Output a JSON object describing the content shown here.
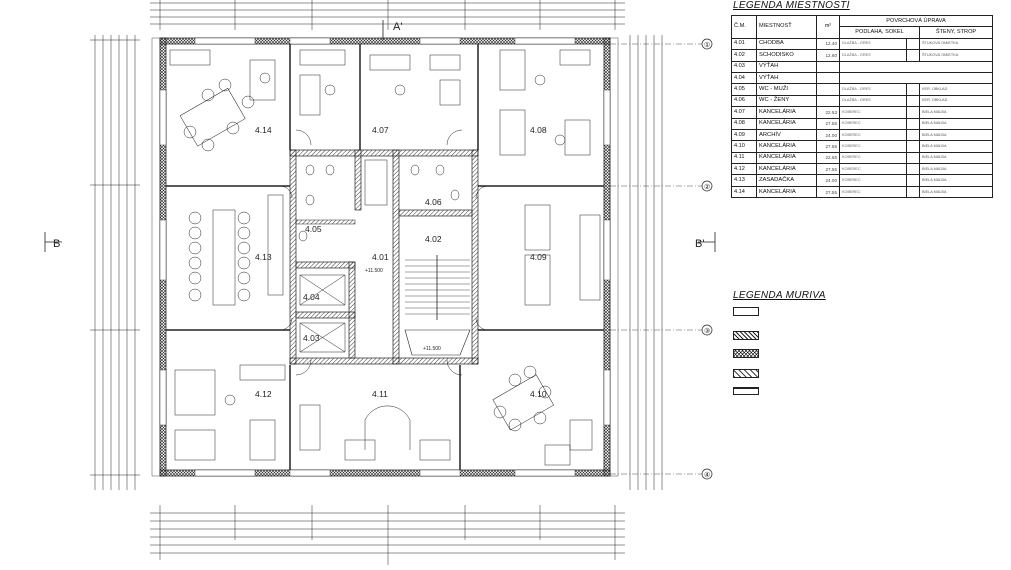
{
  "legend_rooms": {
    "title": "LEGENDA MIESTNOSTÍ",
    "headers": {
      "cm": "Č.M.",
      "name": "MIESTNOSŤ",
      "area": "m²",
      "finish": "POVRCHOVÁ ÚPRAVA",
      "floor": "PODLAHA, SOKEL",
      "walls": "ŠTENY, STROP"
    },
    "rows": [
      {
        "cm": "4.01",
        "name": "CHODBA",
        "area": "12.40",
        "floor": "DLAŽBA - GRES",
        "walls": "ŠTUKOVÁ OMIETKA"
      },
      {
        "cm": "4.02",
        "name": "SCHODISKO",
        "area": "12.60",
        "floor": "DLAŽBA - GRES",
        "walls": "ŠTUKOVÁ OMIETKA"
      },
      {
        "cm": "4.03",
        "name": "VÝŤAH",
        "area": "",
        "floor": "",
        "walls": ""
      },
      {
        "cm": "4.04",
        "name": "VÝŤAH",
        "area": "",
        "floor": "",
        "walls": ""
      },
      {
        "cm": "4.05",
        "name": "WC - MUŽI",
        "area": "",
        "floor": "DLAŽBA - GRES",
        "walls": "KER. OBKLAD"
      },
      {
        "cm": "4.06",
        "name": "WC - ŽENY",
        "area": "",
        "floor": "DLAŽBA - GRES",
        "walls": "KER. OBKLAD"
      },
      {
        "cm": "4.07",
        "name": "KANCELÁRIA",
        "area": "22.53",
        "floor": "KOBEREC",
        "walls": "BIELA MAĽBA"
      },
      {
        "cm": "4.08",
        "name": "KANCELÁRIA",
        "area": "27.55",
        "floor": "KOBEREC",
        "walls": "BIELA MAĽBA"
      },
      {
        "cm": "4.09",
        "name": "ARCHÍV",
        "area": "24.00",
        "floor": "KOBEREC",
        "walls": "BIELA MAĽBA"
      },
      {
        "cm": "4.10",
        "name": "KANCELÁRIA",
        "area": "27.55",
        "floor": "KOBEREC",
        "walls": "BIELA MAĽBA"
      },
      {
        "cm": "4.11",
        "name": "KANCELÁRIA",
        "area": "22.65",
        "floor": "KOBEREC",
        "walls": "BIELA MAĽBA"
      },
      {
        "cm": "4.12",
        "name": "KANCELÁRIA",
        "area": "27.55",
        "floor": "KOBEREC",
        "walls": "BIELA MAĽBA"
      },
      {
        "cm": "4.13",
        "name": "ZASADAČKA",
        "area": "24.00",
        "floor": "KOBEREC",
        "walls": "BIELA MAĽBA"
      },
      {
        "cm": "4.14",
        "name": "KANCELÁRIA",
        "area": "27.55",
        "floor": "KOBEREC",
        "walls": "BIELA MAĽBA"
      }
    ]
  },
  "legend_walls": {
    "title": "LEGENDA MURIVA"
  },
  "plan": {
    "rooms": [
      "4.14",
      "4.07",
      "4.08",
      "4.13",
      "4.05",
      "4.01",
      "4.06",
      "4.02",
      "4.09",
      "4.04",
      "4.03",
      "4.12",
      "4.11",
      "4.10"
    ],
    "axes_right": [
      "①",
      "②",
      "③",
      "④"
    ],
    "section_b_left": "B",
    "section_b_right": "B'",
    "section_a_top": "A'",
    "level_1": "+11.500",
    "level_2": "+11.500"
  },
  "colors": {
    "line": "#1a1a1a",
    "hatch": "#333333",
    "paper": "#ffffff"
  }
}
